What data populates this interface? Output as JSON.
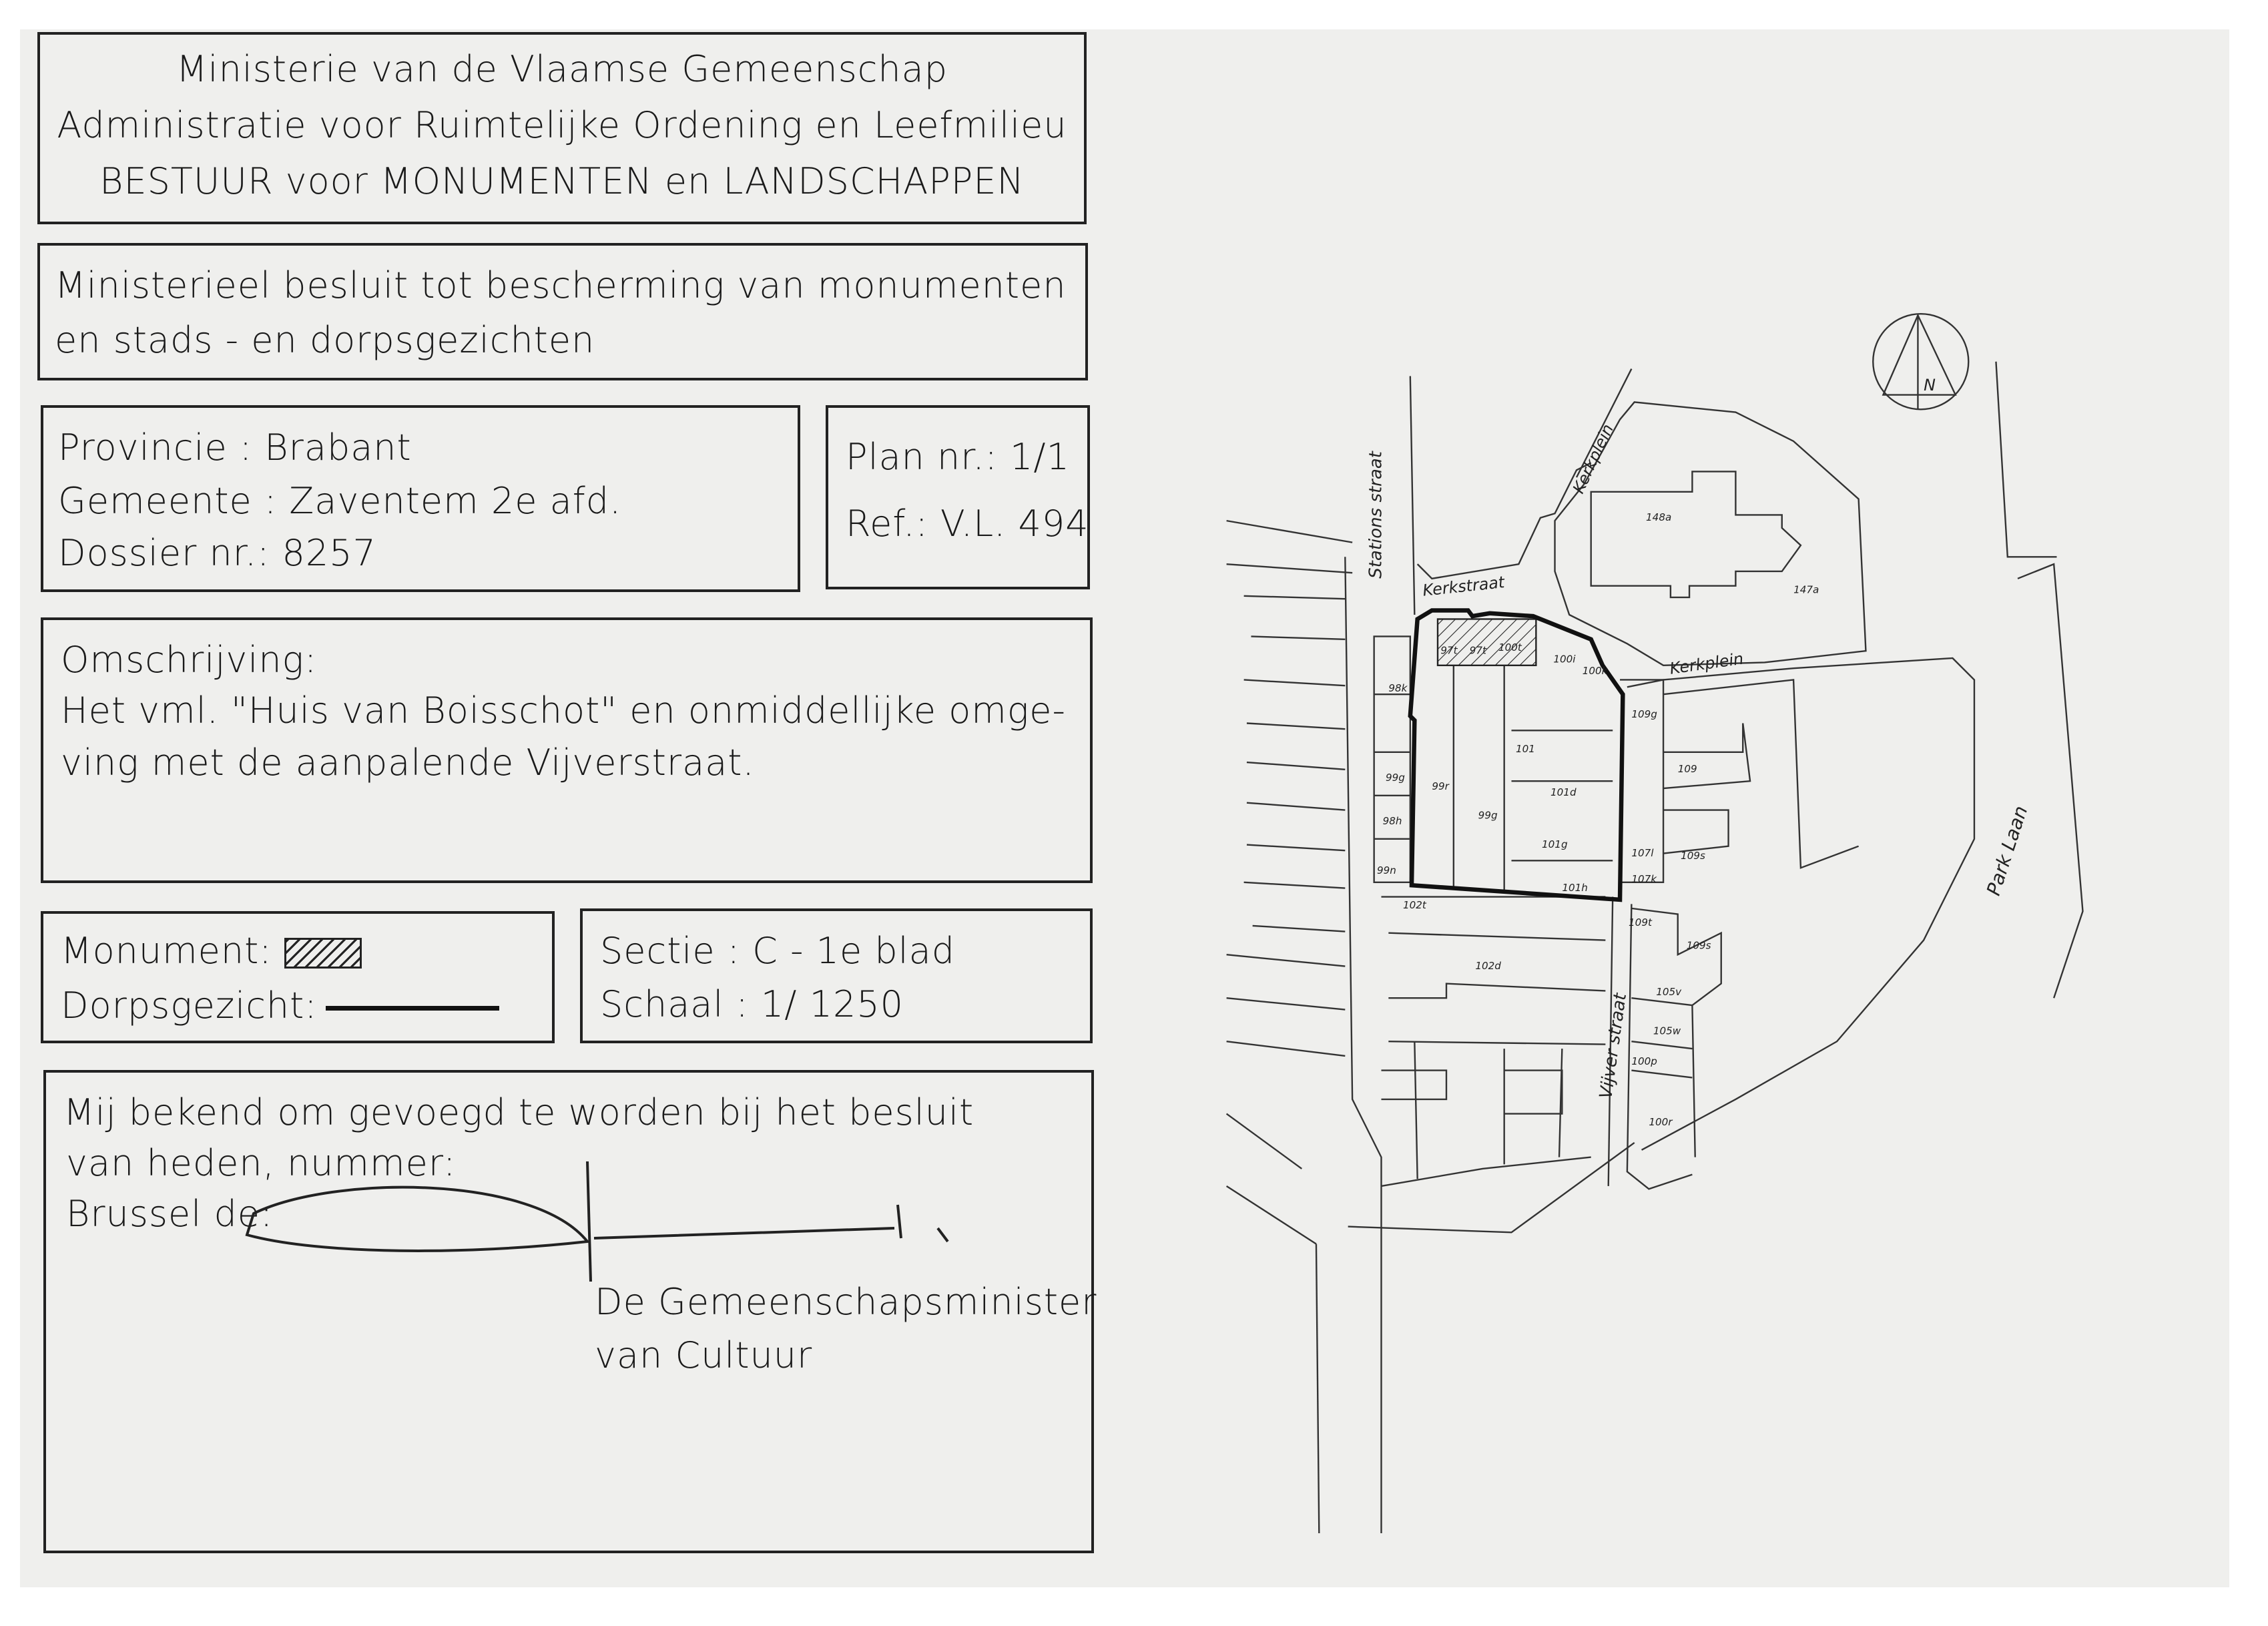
{
  "header": {
    "line1": "Ministerie van de Vlaamse Gemeenschap",
    "line2": "Administratie voor Ruimtelijke Ordening en Leefmilieu",
    "line3": "BESTUUR voor MONUMENTEN en LANDSCHAPPEN"
  },
  "decision": {
    "line1": "Ministerieel besluit tot bescherming van monumenten",
    "line2": "en stads - en dorpsgezichten"
  },
  "location": {
    "provincie": "Provincie : Brabant",
    "gemeente": "Gemeente : Zaventem  2e afd.",
    "dossier": "Dossier nr.: 8257"
  },
  "plan": {
    "plan_nr": "Plan nr.: 1/1",
    "ref": "Ref.: V.L. 494"
  },
  "description": {
    "label": "Omschrijving:",
    "line1": "Het vml. \"Huis van Boisschot\" en onmiddellijke omge-",
    "line2": "ving met de aanpalende Vijverstraat."
  },
  "legend": {
    "monument": "Monument:",
    "dorpsgezicht": "Dorpsgezicht:"
  },
  "section": {
    "sectie": "Sectie : C - 1e blad",
    "schaal": "Schaal : 1/ 1250"
  },
  "signature": {
    "line1": "Mij bekend om gevoegd te worden bij het besluit",
    "line2": "van heden, nummer:",
    "line3": "Brussel de:",
    "signer1": "De Gemeenschapsminister",
    "signer2": "van Cultuur"
  },
  "map": {
    "streets": {
      "stationsstraat": "Stations straat",
      "kerkstraat": "Kerkstraat",
      "kerkplein_diag": "Kerkplein",
      "kerkplein": "Kerkplein",
      "vijverstraat": "Vijver straat",
      "parklaan": "Park Laan"
    },
    "north": "N",
    "parcels": [
      "148a",
      "147a",
      "97t",
      "97t",
      "100t",
      "100i",
      "100k",
      "98k",
      "99g",
      "99r",
      "99g",
      "101d",
      "101",
      "98h",
      "101g",
      "99n",
      "101h",
      "107l",
      "107k",
      "109s",
      "109g",
      "109t",
      "109",
      "109s",
      "105v",
      "105w",
      "100p",
      "100r",
      "102t",
      "102d"
    ]
  }
}
